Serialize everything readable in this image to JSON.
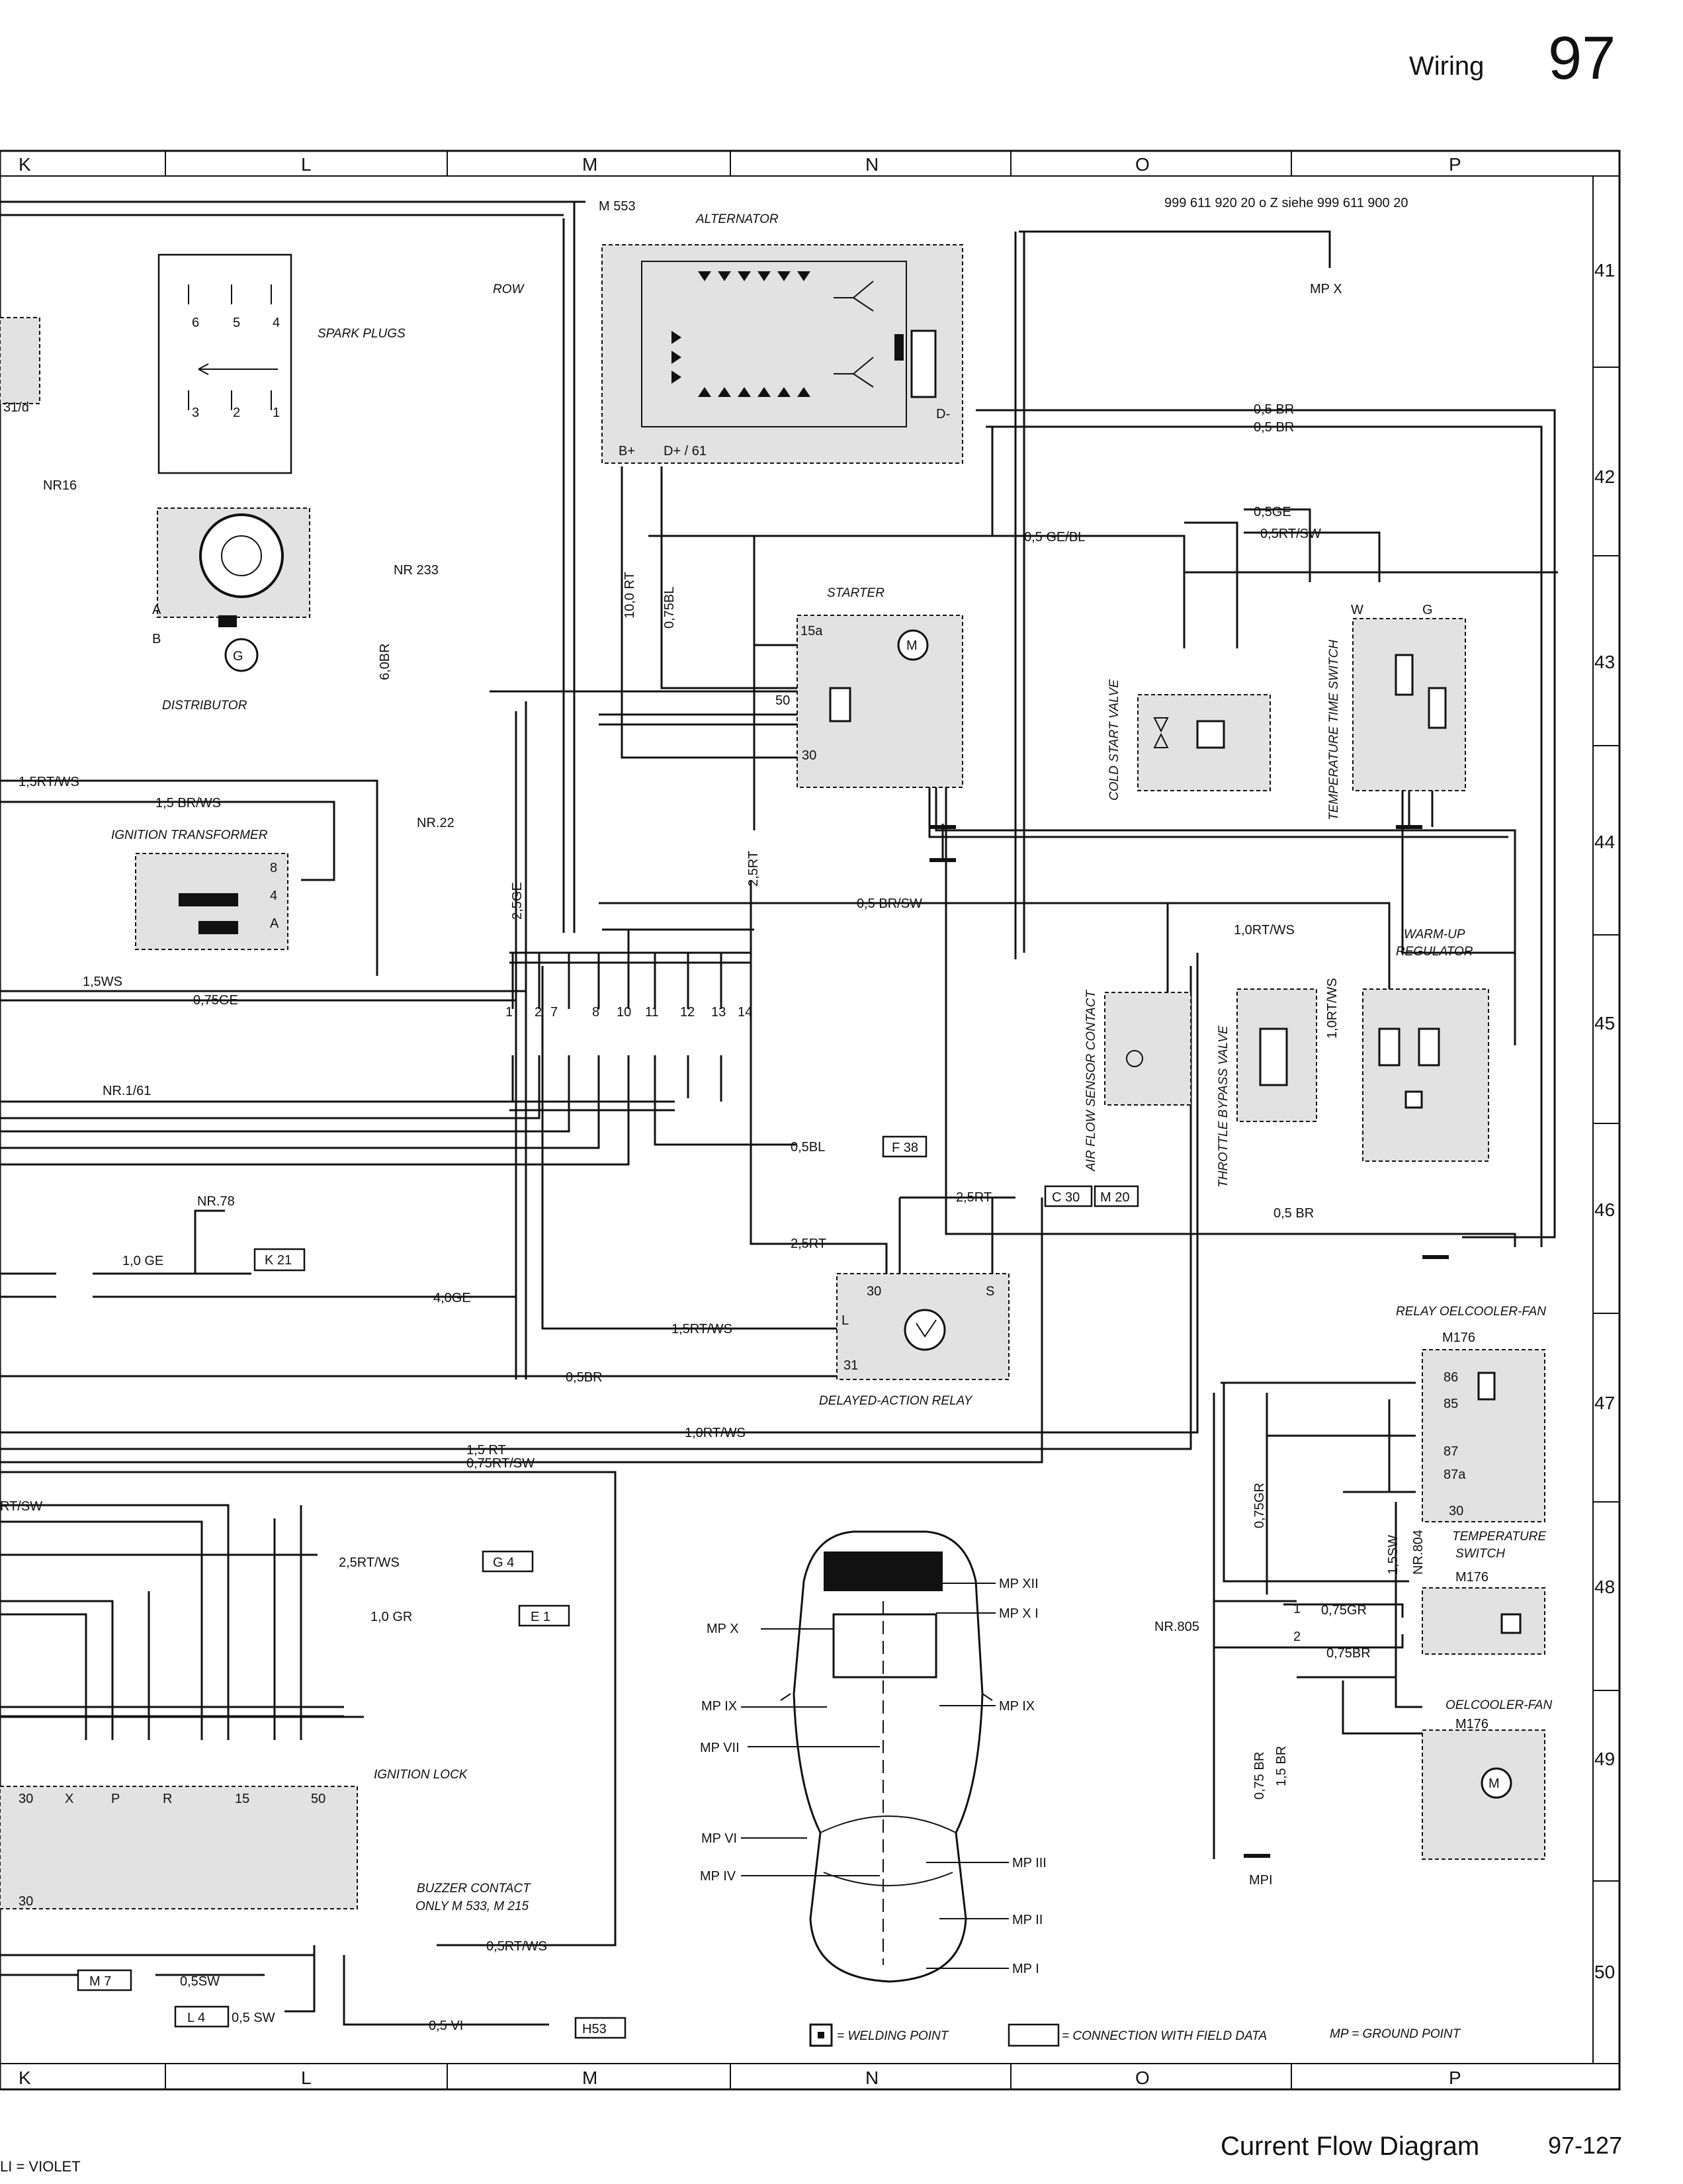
{
  "header": {
    "section": "Wiring",
    "page": "97"
  },
  "footer": {
    "title": "Current Flow Diagram",
    "page_ref": "97-127",
    "legend": "LI = VIOLET"
  },
  "grid": {
    "columns": [
      "K",
      "L",
      "M",
      "N",
      "O",
      "P"
    ],
    "rows": [
      "41",
      "42",
      "43",
      "44",
      "45",
      "46",
      "47",
      "48",
      "49",
      "50"
    ]
  },
  "components": {
    "alternator": "ALTERNATOR",
    "starter": "STARTER",
    "spark_plugs": "SPARK PLUGS",
    "distributor": "DISTRIBUTOR",
    "ignition_transformer": "IGNITION TRANSFORMER",
    "cold_start_valve": "COLD START VALVE",
    "temp_time_switch": "TEMPERATURE TIME SWITCH",
    "warmup_regulator_1": "WARM-UP",
    "warmup_regulator_2": "REGULATOR",
    "air_flow_sensor": "AIR FLOW SENSOR CONTACT",
    "throttle_bypass": "THROTTLE BYPASS VALVE",
    "delayed_relay": "DELAYED-ACTION RELAY",
    "relay_oilcooler": "RELAY OELCOOLER-FAN",
    "temperature_switch_1": "TEMPERATURE",
    "temperature_switch_2": "SWITCH",
    "oilcooler_fan": "OELCOOLER-FAN",
    "ignition_lock": "IGNITION LOCK",
    "buzzer_1": "BUZZER CONTACT",
    "buzzer_2": "ONLY M 533, M 215",
    "m176_a": "M176",
    "m176_b": "M176",
    "m176_c": "M176"
  },
  "wire_labels": {
    "m553": "M 553",
    "part_no": "999 611 920 20 o Z  siehe  999 611 900 20",
    "mpx_top": "MP X",
    "row": "ROW",
    "br_a": "0,5 BR",
    "br_b": "0,5 BR",
    "gebl": "0,5 GE/BL",
    "ge05": "0,5GE",
    "rtsw05": "0,5RT/SW",
    "nr233": "NR 233",
    "rt10": "10,0 RT",
    "bl075": "0,75BL",
    "br60": "6,0BR",
    "nr16": "NR16",
    "rtws15_a": "1,5RT/WS",
    "brws15": "1,5 BR/WS",
    "nr22": "NR.22",
    "ge25": "2,5GE",
    "rt25_v": "2,5RT",
    "brsw05": "0,5 BR/SW",
    "rtws10_a": "1,0RT/WS",
    "rtws10_v": "1,0RT/WS",
    "ws15": "1,5WS",
    "ge075": "0,75GE",
    "nr161": "NR.1/61",
    "bl05": "0,5BL",
    "f38": "F 38",
    "rt25_b": "2,5RT",
    "c30": "C 30",
    "m20": "M 20",
    "rt25_c": "2,5RT",
    "nr78": "NR.78",
    "ge10": "1,0 GE",
    "k21": "K 21",
    "ge40": "4,0GE",
    "rtws15_b": "1,5RT/WS",
    "br05_c": "0,5BR",
    "rtws10_b": "1,0RT/WS",
    "rt15": "1,5 RT",
    "rtsw075": "0,75RT/SW",
    "rtsw_left": "RT/SW",
    "rtws25": "2,5RT/WS",
    "g4": "G 4",
    "gr10": "1,0 GR",
    "e1": "E 1",
    "rtws05": "0,5RT/WS",
    "m7": "M 7",
    "sw05_a": "0,5SW",
    "l4": "L 4",
    "sw05_b": "0,5 SW",
    "vi05": "0,5 VI",
    "h53": "H53",
    "br05_wu": "0,5 BR",
    "gr075_v": "0,75GR",
    "sw15": "1,5SW",
    "nr804": "NR.804",
    "nr805": "NR.805",
    "gr075_a": "0,75GR",
    "br075_a": "0,75BR",
    "br075_v": "0,75 BR",
    "br15_v": "1,5 BR",
    "mpi": "MPI",
    "d_plus": "D+ / 61",
    "b_plus": "B+",
    "d_minus": "D-",
    "t15a": "15a",
    "t50": "50",
    "t30": "30",
    "t31": "31",
    "tl": "L",
    "ts": "S",
    "t30b": "30",
    "t86": "86",
    "t85": "85",
    "t87": "87",
    "t87a": "87a",
    "t30c": "30",
    "pw": "W",
    "pg": "G",
    "dist_a": "A",
    "dist_b": "B",
    "dist_g": "G",
    "l30": "30",
    "lx": "X",
    "lp": "P",
    "lr": "R",
    "l15": "15",
    "l50": "50",
    "lpin30": "30",
    "tr8": "8",
    "tr4": "4",
    "tr_a": "A",
    "plug_6": "6",
    "plug_5": "5",
    "plug_4": "4",
    "plug_3": "3",
    "plug_2": "2",
    "plug_1": "1",
    "sw_1": "1",
    "sw_2": "2",
    "left_31": "31/d"
  },
  "connector_pins": [
    "1",
    "2",
    "7",
    "8",
    "10",
    "11",
    "12",
    "13",
    "14"
  ],
  "ground_points": {
    "mp_xii": "MP XII",
    "mp_xi": "MP X I",
    "mp_x": "MP X",
    "mp_ix_l": "MP IX",
    "mp_ix_r": "MP IX",
    "mp_vii": "MP VII",
    "mp_vi": "MP VI",
    "mp_iv": "MP IV",
    "mp_iii": "MP III",
    "mp_ii": "MP II",
    "mp_i": "MP I"
  },
  "legend": {
    "welding": "= WELDING POINT",
    "connection": "= CONNECTION WITH FIELD DATA",
    "ground": "MP = GROUND POINT"
  }
}
